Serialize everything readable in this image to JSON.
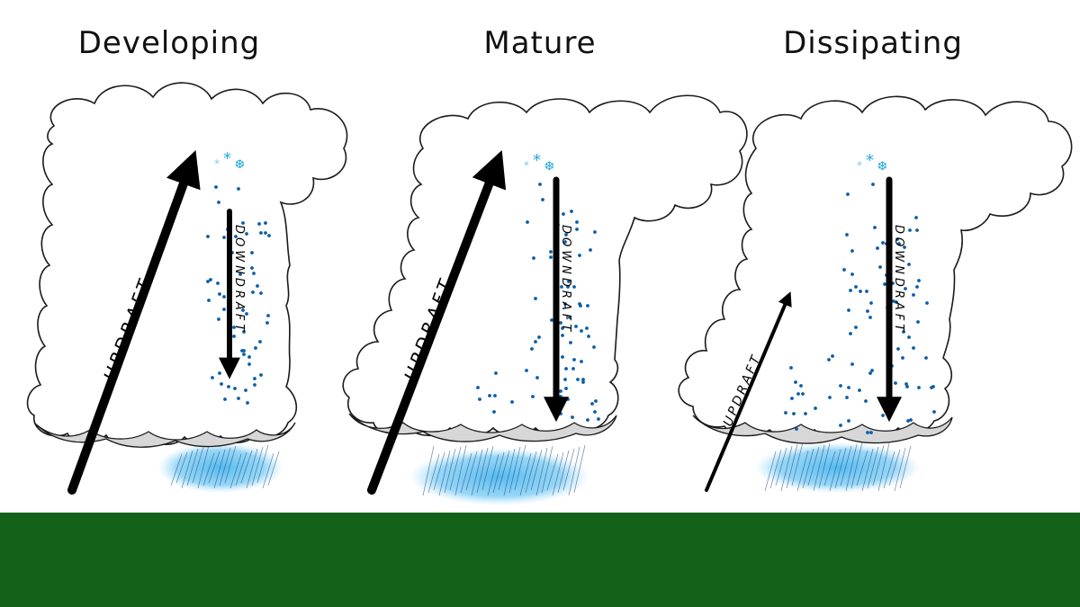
{
  "stages": [
    {
      "title": "Developing",
      "updraft_label": "UPDRAFT",
      "downdraft_label": "DOWNDRAFT"
    },
    {
      "title": "Mature",
      "updraft_label": "UPDRAFT",
      "downdraft_label": "DOWNDRAFT"
    },
    {
      "title": "Dissipating",
      "updraft_label": "UPDRAFT",
      "downdraft_label": "DOWNDRAFT"
    }
  ],
  "colors": {
    "ground": "#146219",
    "rain_glow": "#4db8f0",
    "drops": "#0a5ea8",
    "ice": "#3ab6d9"
  }
}
